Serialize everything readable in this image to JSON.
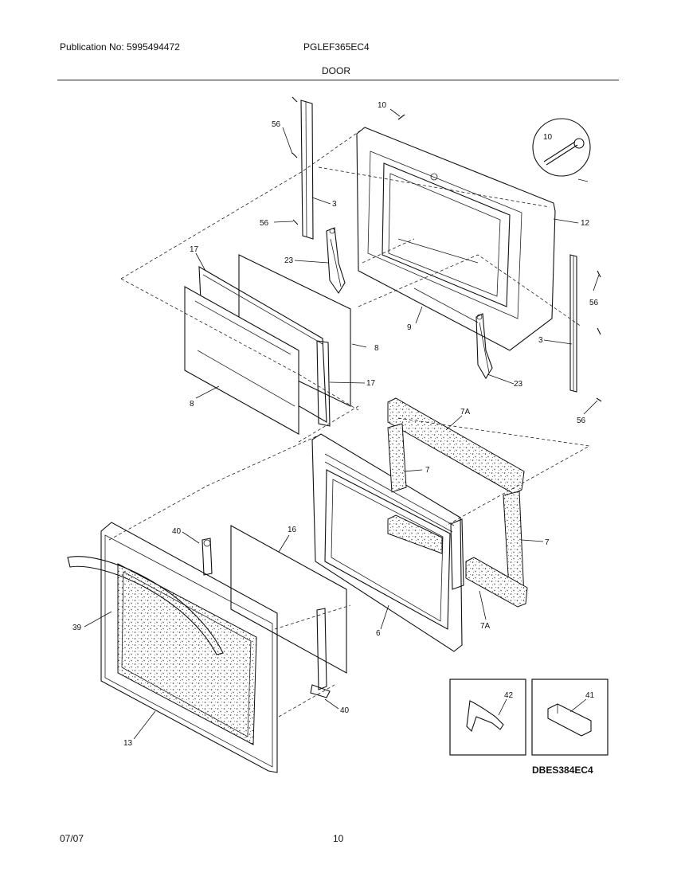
{
  "header": {
    "publication": "Publication No: 5995494472",
    "model": "PGLEF365EC4",
    "section": "DOOR"
  },
  "footer": {
    "date": "07/07",
    "page": "10"
  },
  "diagram": {
    "code": "DBES384EC4",
    "callouts": [
      "56",
      "10",
      "10",
      "3",
      "56",
      "12",
      "17",
      "23",
      "56",
      "9",
      "8",
      "3",
      "17",
      "23",
      "8",
      "56",
      "7A",
      "7",
      "40",
      "16",
      "7",
      "39",
      "6",
      "7A",
      "42",
      "41",
      "40",
      "13"
    ]
  }
}
